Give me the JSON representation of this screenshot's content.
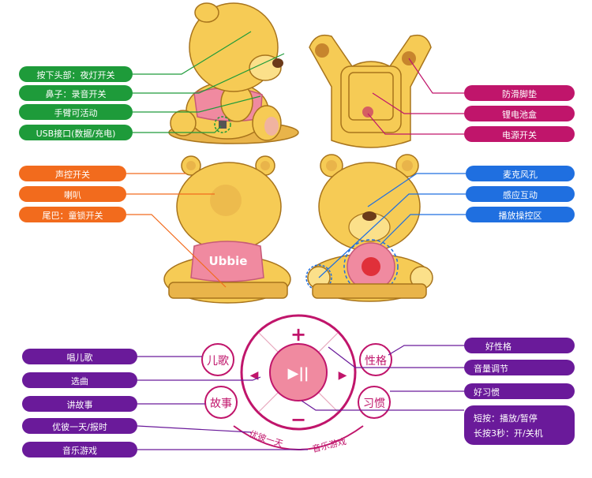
{
  "colors": {
    "green": "#1e9b3a",
    "magenta": "#c0156b",
    "orange": "#f26b1d",
    "blue": "#1f6fe0",
    "purple": "#6a1a9a",
    "bear_body": "#f6cb55",
    "bear_outline": "#a8741c",
    "belly_pink": "#f08aa0",
    "button_red": "#e0303a",
    "white": "#ffffff"
  },
  "side_view_labels": [
    "按下头部：夜灯开关",
    "鼻子：录音开关",
    "手臂可活动",
    "USB接口(数据/充电)"
  ],
  "bottom_view_labels": [
    "防滑脚垫",
    "锂电池盒",
    "电源开关"
  ],
  "back_view_labels": [
    "声控开关",
    "喇叭",
    "尾巴：童锁开关"
  ],
  "back_view_logo": "Ubbie",
  "front_view_labels": [
    "麦克风孔",
    "感应互动",
    "播放操控区"
  ],
  "control_left_labels": [
    "唱儿歌",
    "选曲",
    "讲故事",
    "优彼一天/报时",
    "音乐游戏"
  ],
  "control_right_labels": [
    "好性格",
    "音量调节",
    "好习惯"
  ],
  "control_right_note": {
    "line1": "短按：播放/暂停",
    "line2": "长按3秒：开/关机"
  },
  "control_pad": {
    "plus": "+",
    "minus": "−",
    "left_arrow": "◀",
    "right_arrow": "▶",
    "center_symbol": "▶||"
  },
  "control_buttons": {
    "song": "儿歌",
    "story": "故事",
    "character": "性格",
    "habit": "习惯",
    "day": "优彼一天",
    "music_game": "音乐游戏"
  }
}
